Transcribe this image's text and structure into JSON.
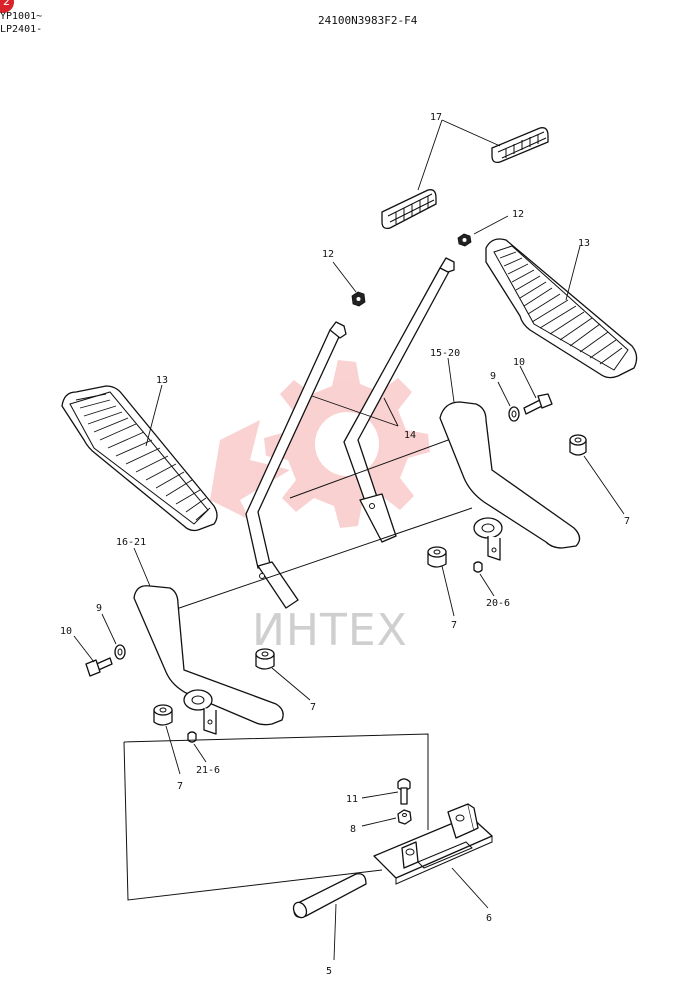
{
  "header": {
    "badge": "2",
    "model_line_1": "YP1001~",
    "model_line_2": "LP2401-",
    "drawing_code": "24100N3983F2-F4"
  },
  "watermark": {
    "text": "ИНТЕХ",
    "color": "#e8322f"
  },
  "callouts": {
    "c17": "17",
    "c12_left": "12",
    "c12_right": "12",
    "c13_left": "13",
    "c13_right": "13",
    "c14": "14",
    "c15_20": "15-20",
    "c16_21": "16-21",
    "c9_left": "9",
    "c9_right": "9",
    "c10_left": "10",
    "c10_right": "10",
    "c7_a": "7",
    "c7_b": "7",
    "c7_c": "7",
    "c7_d": "7",
    "c20_6": "20-6",
    "c21_6": "21-6",
    "c11": "11",
    "c8": "8",
    "c6": "6",
    "c5": "5"
  }
}
